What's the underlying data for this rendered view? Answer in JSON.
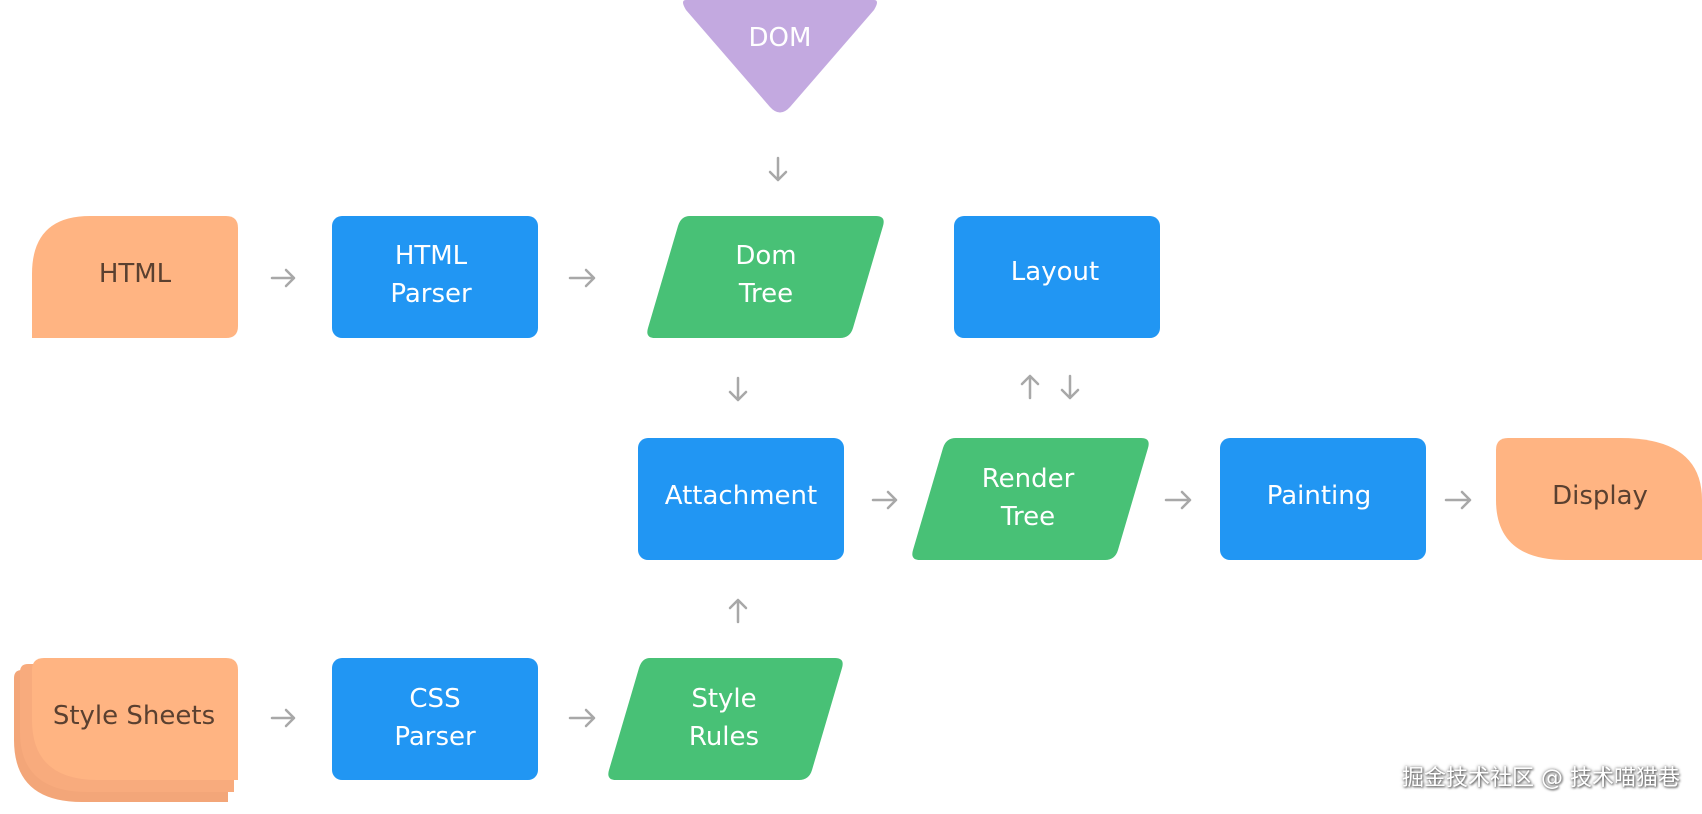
{
  "nodes": {
    "dom": [
      "DOM"
    ],
    "html": [
      "HTML"
    ],
    "html_parser": [
      "HTML",
      "Parser"
    ],
    "dom_tree": [
      "Dom",
      "Tree"
    ],
    "layout": [
      "Layout"
    ],
    "attachment": [
      "Attachment"
    ],
    "render_tree": [
      "Render",
      "Tree"
    ],
    "painting": [
      "Painting"
    ],
    "display": [
      "Display"
    ],
    "style_sheets": [
      "Style Sheets"
    ],
    "css_parser": [
      "CSS",
      "Parser"
    ],
    "style_rules": [
      "Style",
      "Rules"
    ]
  },
  "colors": {
    "blue": "#2196f3",
    "green": "#48c176",
    "orange": "#ffb482",
    "purple": "#c3a9e0",
    "arrow": "#a8a8a8"
  },
  "watermark": "掘金技术社区 @ 技术喵猫巷"
}
